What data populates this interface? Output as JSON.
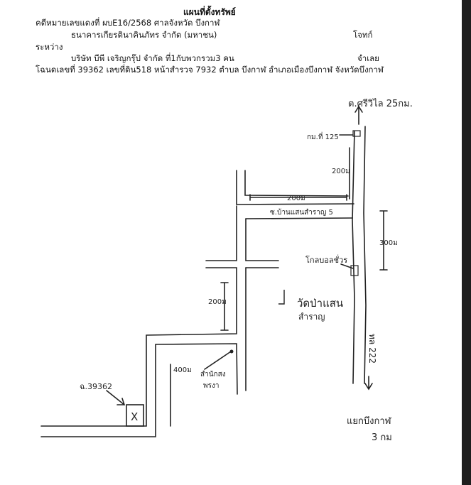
{
  "header": {
    "title": "แผนที่ตั้งทรัพย์",
    "case_line": "คดีหมายเลขแดงที่  ผบE16/2568 ศาลจังหวัด บึงกาฬ",
    "plaintiff": "ธนาคารเกียรตินาคินภัทร จำกัด (มหาชน)",
    "plaintiff_role": "โจทก์",
    "between": "ระหว่าง",
    "defendant": "บริษัท บีพี เจริญกรุ๊ป จำกัด ที่1กับพวกรวม3 คน",
    "defendant_role": "จำเลย",
    "deed_line": "โฉนดเลขที่ 39362 เลขที่ดิน518 หน้าสำรวจ 7932 ตำบล บึงกาฬ อำเภอเมืองบึงกาฬ  จังหวัดบึงกาฬ"
  },
  "map_labels": {
    "to_srichiangmai": "ต.ศรีวิไล 25กม.",
    "km_marker": "กม.ที่ 125",
    "dist_200m_a": "200ม",
    "dist_200m_b": "200ม",
    "soi_name": "ซ.บ้านแสนสำราญ 5",
    "dist_300m": "300ม",
    "school": "โกลบอลชั่วร",
    "road_222": "ทล 222",
    "dist_200m_c": "200ม",
    "temple_line1": "วัดป่าแสน",
    "temple_line2": "สำราญ",
    "dist_400m": "400ม",
    "cemetery_line1": "สำนักสง",
    "cemetery_line2": "พรงา",
    "plot": "ฉ.39362",
    "plot_mark": "X",
    "to_bungkan": "แยกบึงกาฬ",
    "dist_3km": "3 กม"
  }
}
